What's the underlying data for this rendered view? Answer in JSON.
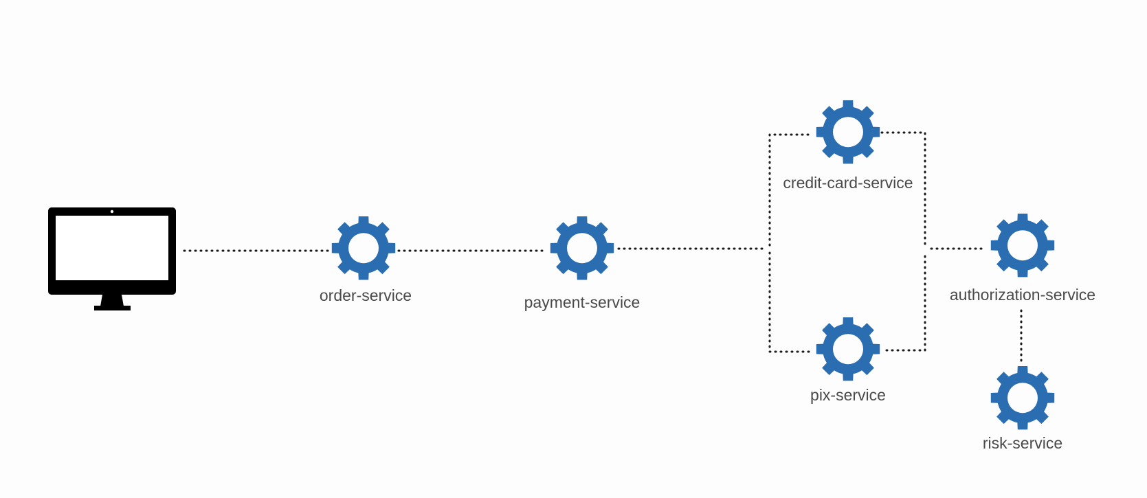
{
  "diagram": {
    "client": {
      "icon": "monitor-icon"
    },
    "services": {
      "order": {
        "label": "order-service",
        "icon": "gear-icon"
      },
      "payment": {
        "label": "payment-service",
        "icon": "gear-icon"
      },
      "credit_card": {
        "label": "credit-card-service",
        "icon": "gear-icon"
      },
      "pix": {
        "label": "pix-service",
        "icon": "gear-icon"
      },
      "authorization": {
        "label": "authorization-service",
        "icon": "gear-icon"
      },
      "risk": {
        "label": "risk-service",
        "icon": "gear-icon"
      }
    },
    "colors": {
      "gear": "#2a6db0",
      "monitor": "#000000",
      "connector": "#1a1a1a",
      "label": "#4a4a4a",
      "background": "#fdfdfd"
    }
  }
}
